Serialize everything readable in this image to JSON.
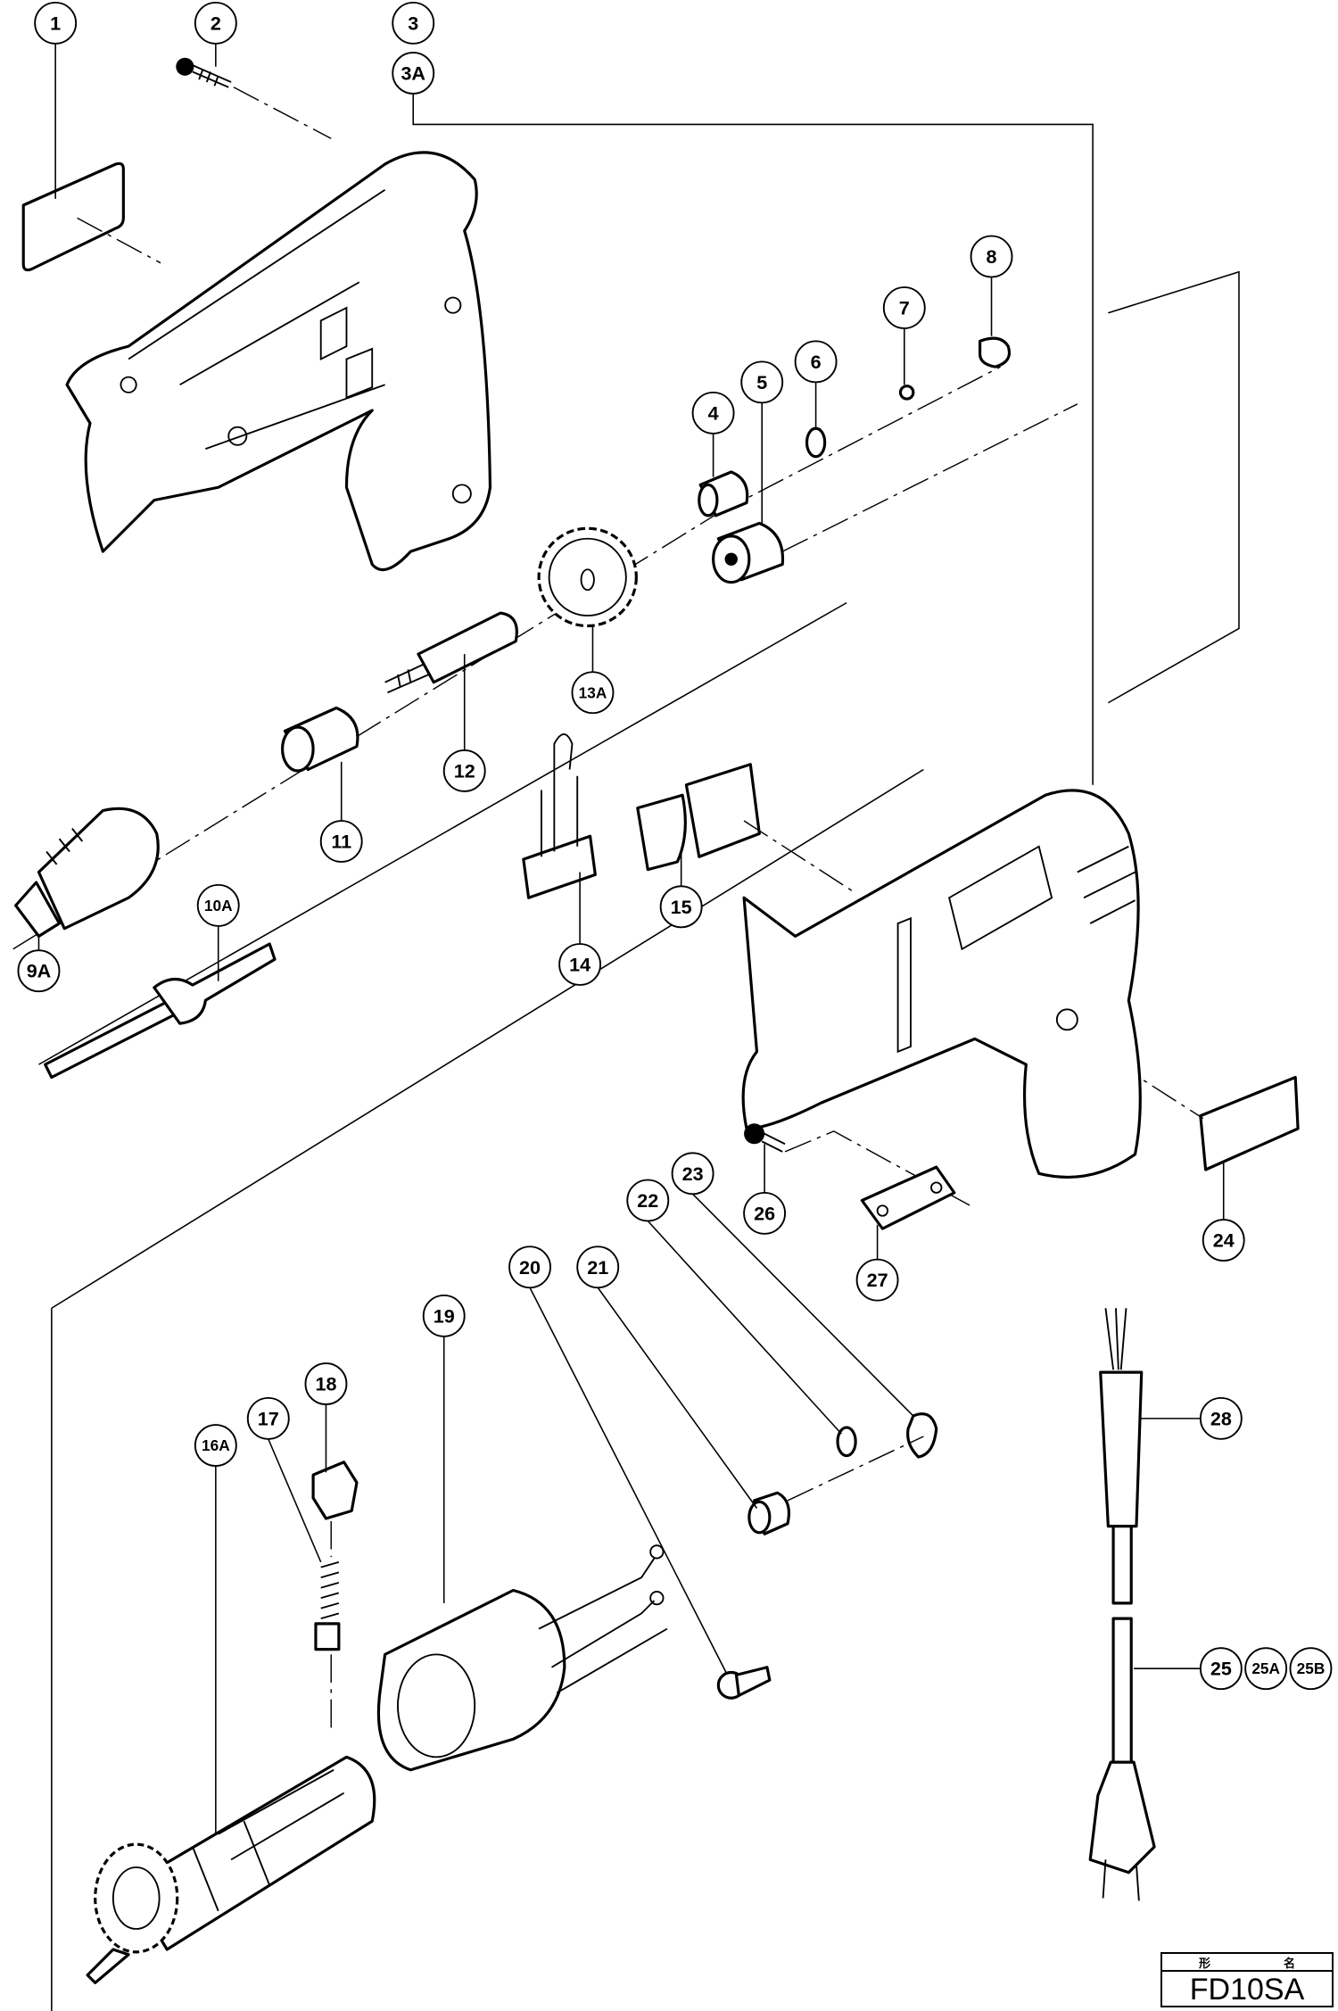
{
  "diagram": {
    "callouts": {
      "c1": "1",
      "c2": "2",
      "c3": "3",
      "c3A": "3A",
      "c4": "4",
      "c5": "5",
      "c6": "6",
      "c7": "7",
      "c8": "8",
      "c9A": "9A",
      "c10A": "10A",
      "c11": "11",
      "c12": "12",
      "c13A": "13A",
      "c14": "14",
      "c15": "15",
      "c16A": "16A",
      "c17": "17",
      "c18": "18",
      "c19": "19",
      "c20": "20",
      "c21": "21",
      "c22": "22",
      "c23": "23",
      "c24": "24",
      "c25": "25",
      "c25A": "25A",
      "c25B": "25B",
      "c26": "26",
      "c27": "27",
      "c28": "28"
    },
    "model_box": {
      "header_left": "形",
      "header_right": "名",
      "model": "FD10SA"
    }
  }
}
